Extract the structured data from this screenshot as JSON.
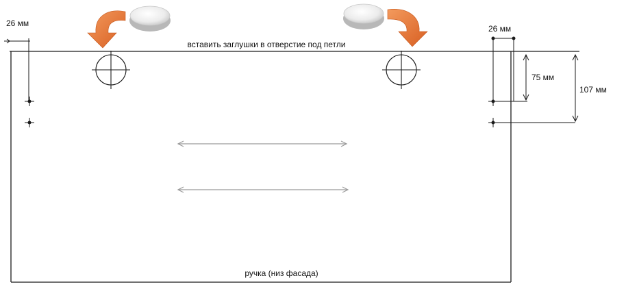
{
  "instruction": "вставить заглушки в отверстие под петли",
  "handle_label": "ручка (низ фасада)",
  "dimensions": {
    "left_offset": "26 мм",
    "right_offset": "26 мм",
    "right_vertical_short": "75 мм",
    "right_vertical_long": "107 мм"
  },
  "colors": {
    "line": "#1a1a1a",
    "arrow": "#e86f2e",
    "cap": "#e9e9e9",
    "guide": "#9a9a9a"
  }
}
